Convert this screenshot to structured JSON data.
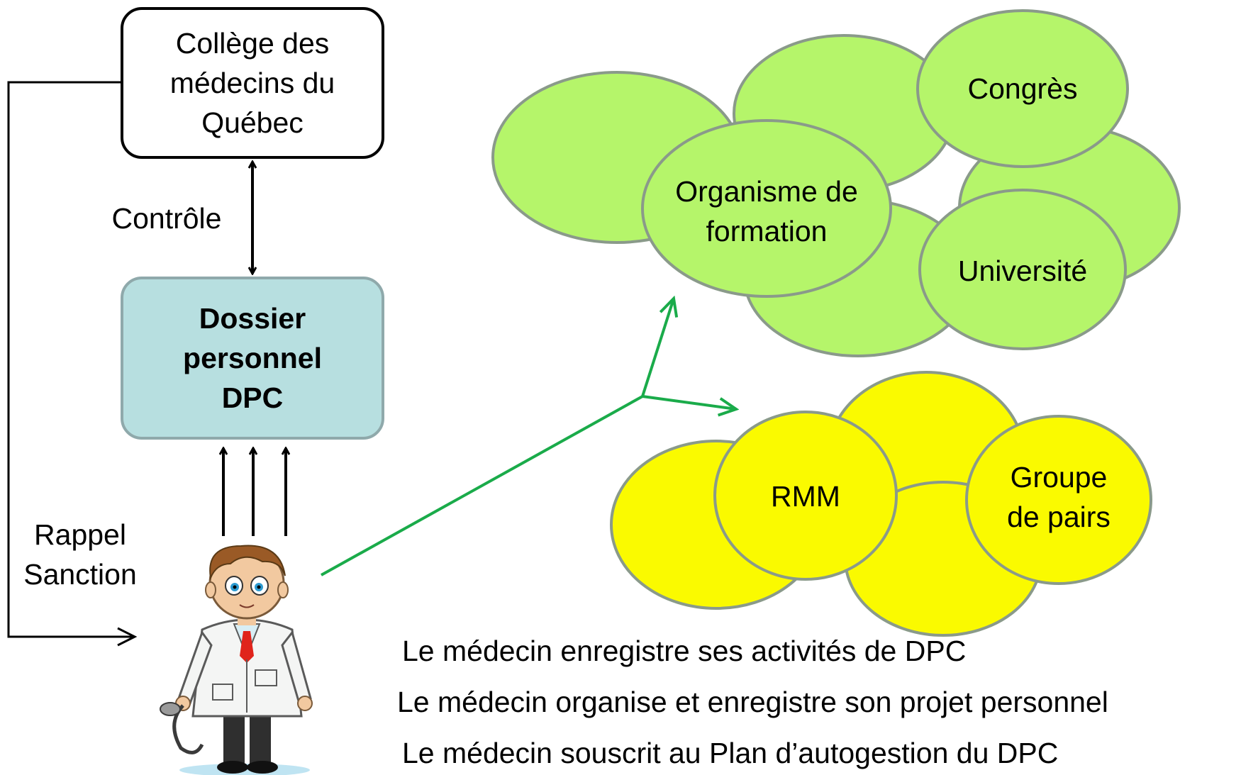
{
  "college": {
    "label": "Collège des\nmédecins du\nQuébec"
  },
  "dossier": {
    "label": "Dossier\npersonnel\nDPC"
  },
  "edges": {
    "controle": "Contrôle",
    "rappel_sanction": "Rappel\nSanction"
  },
  "green_cluster": {
    "color": "#b5f56a",
    "labels": {
      "congres": "Congrès",
      "organisme": "Organisme de\nformation",
      "universite": "Université"
    }
  },
  "yellow_cluster": {
    "color": "#fafa00",
    "labels": {
      "rmm": "RMM",
      "groupe": "Groupe\nde pairs"
    }
  },
  "statements": [
    "Le médecin enregistre ses activités de DPC",
    "Le médecin organise et enregistre son projet personnel",
    "Le médecin souscrit au Plan d’autogestion du DPC"
  ],
  "colors": {
    "arrow_green": "#1aab4a",
    "dossier_fill": "#b7dfe0"
  },
  "icons": {
    "doctor": "doctor-icon"
  }
}
